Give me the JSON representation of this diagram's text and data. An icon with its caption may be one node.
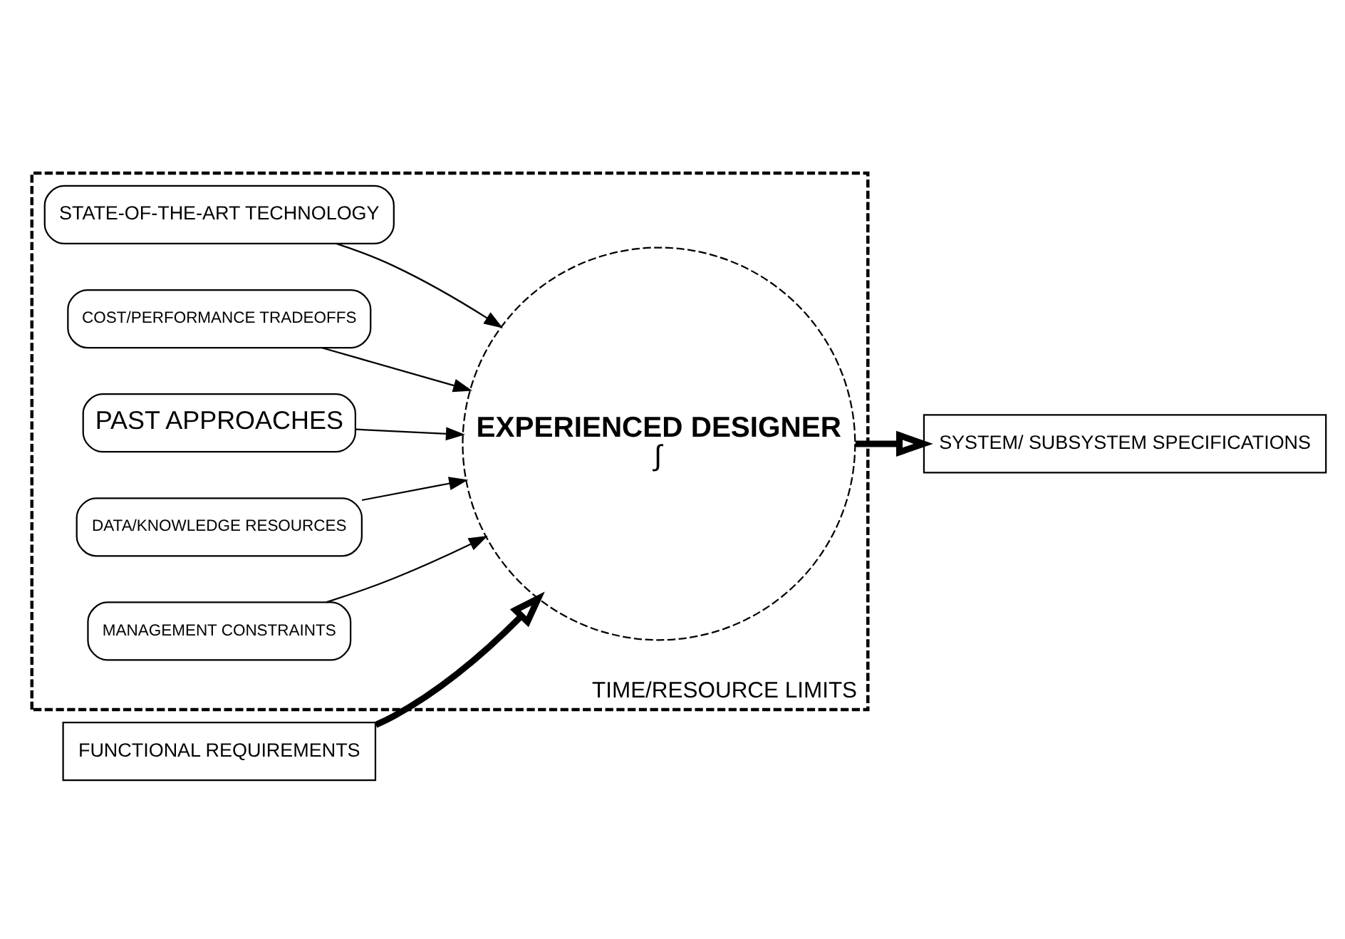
{
  "diagram": {
    "nodes": [
      {
        "text": [
          "TIME/RESOURCE LIMITS"
        ]
      },
      {
        "text": [
          "FUNCTIONAL REQUIREMENTS"
        ]
      },
      {
        "text": [
          "STATE-OF-THE-ART TECHNOLOGY"
        ],
        "in": 0
      },
      {
        "text": [
          "COST/PERFORMANCE TRADEOFFS"
        ],
        "in": 0
      },
      {
        "text": [
          "PAST APPROACHES"
        ],
        "in": 0
      },
      {
        "text": [
          "EXPERIENCED DESIGNER",
          "∫"
        ],
        "in": 0
      },
      {
        "text": [
          "DATA/KNOWLEDGE RESOURCES"
        ],
        "in": 0
      },
      {
        "text": [
          "MANAGEMENT CONSTRAINTS"
        ],
        "in": 0
      },
      {
        "text": [
          "SYSTEM/ SUBSYSTEM SPECIFICATIONS"
        ]
      }
    ],
    "edges": [
      {
        "from": 1,
        "to": 5,
        "arrow": "to",
        "style": "thick"
      },
      {
        "from": 2,
        "to": 5,
        "arrow": "to"
      },
      {
        "from": 3,
        "to": 5,
        "arrow": "to"
      },
      {
        "from": 4,
        "to": 5,
        "arrow": "to"
      },
      {
        "from": 7,
        "to": 5,
        "arrow": "to"
      },
      {
        "from": 6,
        "to": 5,
        "arrow": "to"
      },
      {
        "from": 5,
        "to": 8,
        "arrow": "to",
        "style": "thick"
      }
    ]
  }
}
